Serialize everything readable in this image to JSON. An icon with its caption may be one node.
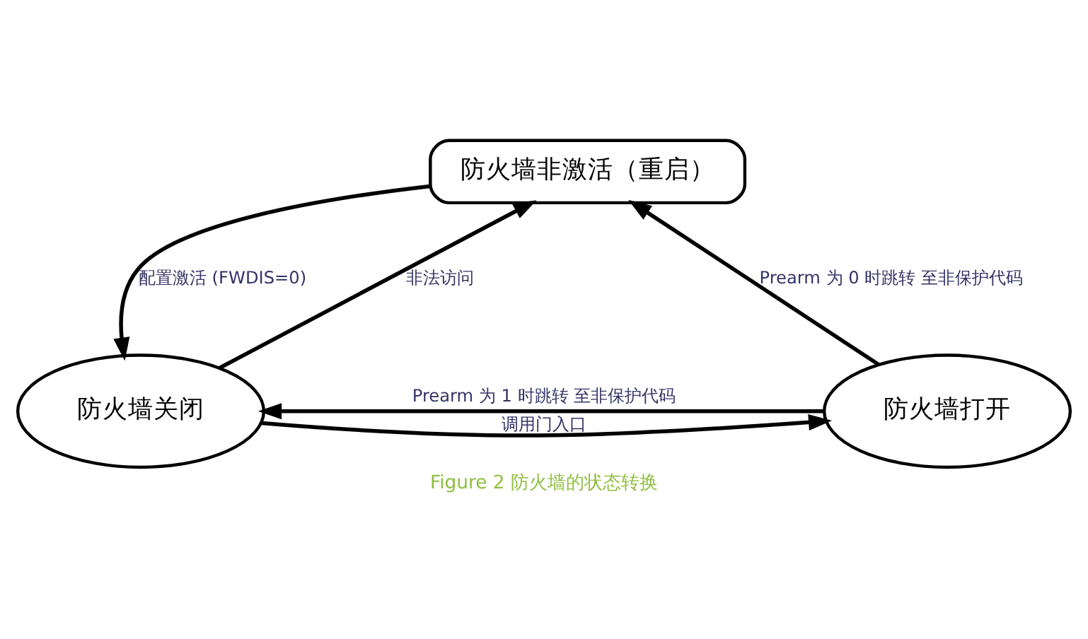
{
  "diagram": {
    "caption": "Figure 2 防火墙的状态转换",
    "nodes": [
      {
        "text": [
          "防火墙非激活（重启）"
        ]
      },
      {
        "text": [
          "防火墙关闭"
        ]
      },
      {
        "text": [
          "防火墙打开"
        ]
      }
    ],
    "edges": [
      {
        "from": 1,
        "to": 0,
        "arrow": "to",
        "label": "非法访问"
      },
      {
        "from": 0,
        "to": 1,
        "arrow": "to",
        "label": "配置激活 (FWDIS=0)"
      },
      {
        "from": 1,
        "to": 2,
        "arrow": "to",
        "label": "调用门入口"
      },
      {
        "from": 2,
        "to": 0,
        "arrow": "to",
        "label": "Prearm 为 0 时跳转 至非保护代码"
      },
      {
        "from": 2,
        "to": 1,
        "arrow": "to",
        "label": "Prearm 为 1 时跳转 至非保护代码"
      }
    ]
  }
}
